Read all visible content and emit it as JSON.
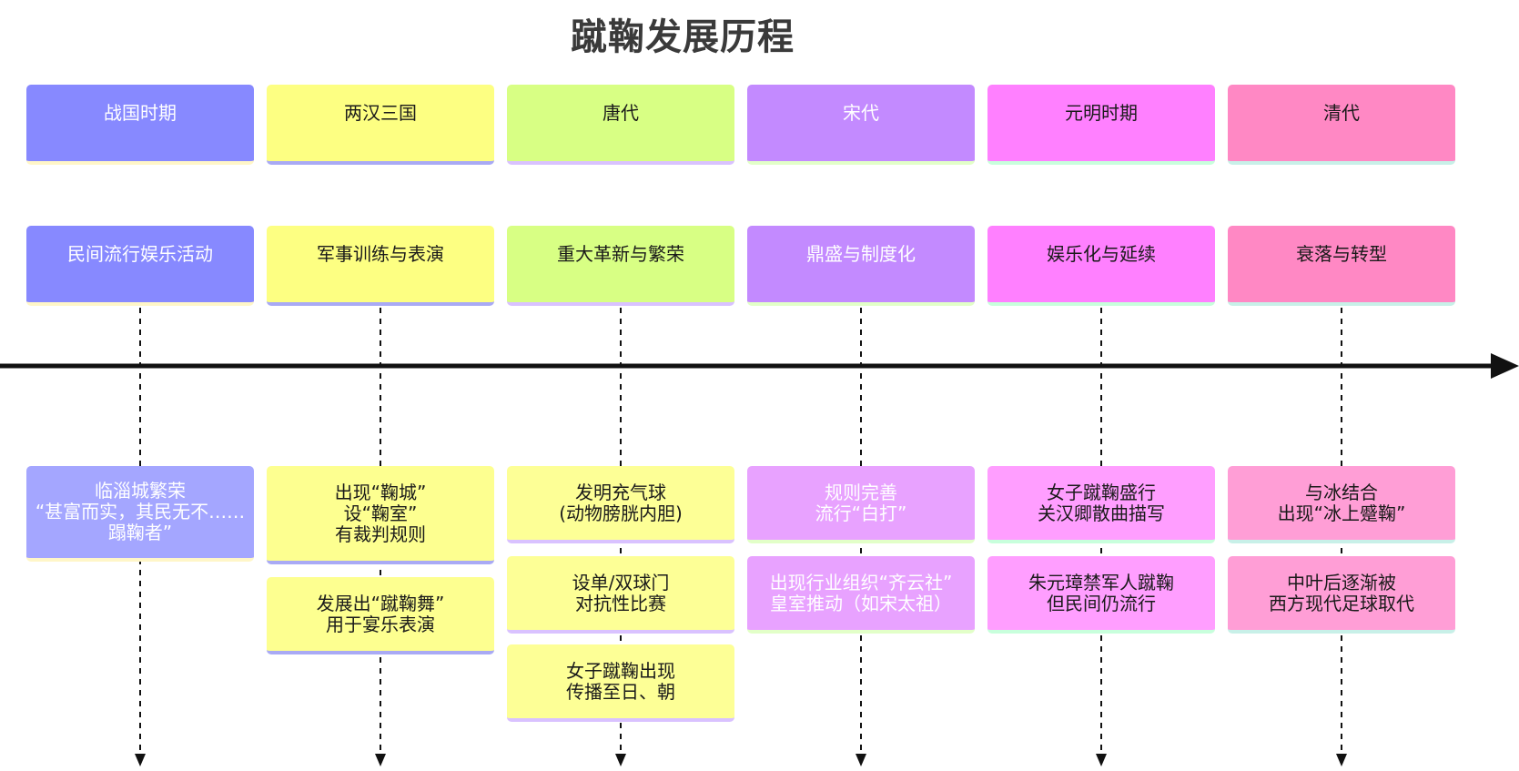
{
  "title": "蹴鞠发展历程",
  "columns": [
    {
      "period": "战国时期",
      "stage": "民间流行娱乐活动",
      "color": "#8789ff",
      "light_color": "#a4a6ff",
      "edge": "#fff6c8",
      "text_light": true,
      "events": [
        "临淄城繁荣\n“甚富而实，其民无不……\n蹋鞠者”"
      ]
    },
    {
      "period": "两汉三国",
      "stage": "军事训练与表演",
      "color": "#fdff82",
      "light_color": "#fdff90",
      "edge": "#a9aaf5",
      "text_light": false,
      "events": [
        "出现“鞠城”\n设“鞠室”\n有裁判规则",
        "发展出“蹴鞠舞”\n用于宴乐表演"
      ]
    },
    {
      "period": "唐代",
      "stage": "重大革新与繁荣",
      "color": "#d8ff84",
      "light_color": "#fdff96",
      "edge": "#d9c2ff",
      "text_light": false,
      "events": [
        "发明充气球\n(动物膀胱内胆)",
        "设单/双球门\n对抗性比赛",
        "女子蹴鞠出现\n传播至日、朝"
      ]
    },
    {
      "period": "宋代",
      "stage": "鼎盛与制度化",
      "color": "#c38aff",
      "light_color": "#e8a2ff",
      "edge": "#e2ffc8",
      "text_light": true,
      "events": [
        "规则完善\n流行“白打”",
        "出现行业组织“齐云社”\n皇室推动（如宋太祖）"
      ]
    },
    {
      "period": "元明时期",
      "stage": "娱乐化与延续",
      "color": "#ff80ff",
      "light_color": "#ff9eff",
      "edge": "#c8ffdc",
      "text_light": false,
      "events": [
        "女子蹴鞠盛行\n关汉卿散曲描写",
        "朱元璋禁军人蹴鞠\n但民间仍流行"
      ]
    },
    {
      "period": "清代",
      "stage": "衰落与转型",
      "color": "#ff88c4",
      "light_color": "#ff9ed6",
      "edge": "#c8f0e8",
      "text_light": false,
      "events": [
        "与冰结合\n出现“冰上蹙鞠”",
        "中叶后逐渐被\n西方现代足球取代"
      ]
    }
  ]
}
